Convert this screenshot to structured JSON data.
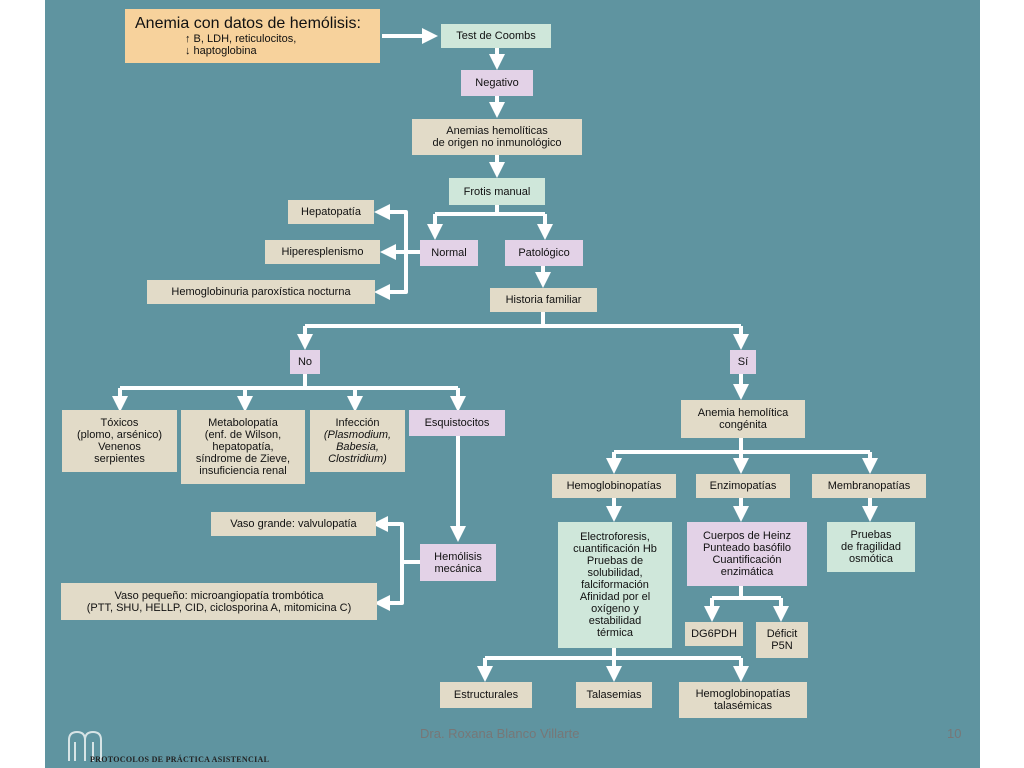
{
  "diagram": {
    "title": "Anemia con datos de hemólisis:",
    "title_detail": "↑ B, LDH, reticulocitos,\n↓ haptoglobina",
    "nodes": {
      "coombs": "Test de Coombs",
      "negativo": "Negativo",
      "no_inmuno": "Anemias hemolíticas\nde origen no inmunológico",
      "frotis": "Frotis manual",
      "normal": "Normal",
      "patologico": "Patológico",
      "hepatopatia": "Hepatopatía",
      "hiperesplenismo": "Hiperesplenismo",
      "hpn": "Hemoglobinuria paroxística nocturna",
      "historia": "Historia familiar",
      "no": "No",
      "si": "Sí",
      "toxicos": "Tóxicos\n(plomo, arsénico)\nVenenos\nserpientes",
      "metabolopatia": "Metabolopatía\n(enf. de Wilson,\nhepatopatía,\nsíndrome de Zieve,\ninsuficiencia renal",
      "infeccion_title": "Infección",
      "infeccion_body": "(Plasmodium,\nBabesia,\nClostridium)",
      "esquistocitos": "Esquistocitos",
      "congenita": "Anemia hemolítica\ncongénita",
      "hemoglobinopatias": "Hemoglobinopatías",
      "enzimopatias": "Enzimopatías",
      "membranopatias": "Membranopatías",
      "vaso_grande": "Vaso grande: valvulopatía",
      "hemolisis_mecanica": "Hemólisis\nmecánica",
      "vaso_pequeno": "Vaso pequeño: microangiopatía trombótica\n(PTT, SHU, HELLP, CID, ciclosporina A, mitomicina C)",
      "electroforesis": "Electroforesis,\ncuantificación Hb\nPruebas de\nsolubilidad,\nfalciformación\nAfinidad por el\noxígeno y\nestabilidad\ntérmica",
      "heinz": "Cuerpos de Heinz\nPunteado basófilo\nCuantificación\nenzimática",
      "fragilidad": "Pruebas\nde fragilidad\nosmótica",
      "dg6pdh": "DG6PDH",
      "p5n": "Déficit\nP5N",
      "estructurales": "Estructurales",
      "talasemias": "Talasemias",
      "hb_talasemicas": "Hemoglobinopatías\ntalasémicas"
    }
  },
  "footer": {
    "author": "Dra. Roxana Blanco Villarte",
    "page_number": "10",
    "logo_text": "PROTOCOLOS DE PRÁCTICA ASISTENCIAL"
  },
  "colors": {
    "background": "#5f94a0",
    "arrow": "#ffffff",
    "beige": "#e2dbc8",
    "green": "#cfe7da",
    "pink": "#e3d2e7",
    "orange": "#f7d29c"
  }
}
